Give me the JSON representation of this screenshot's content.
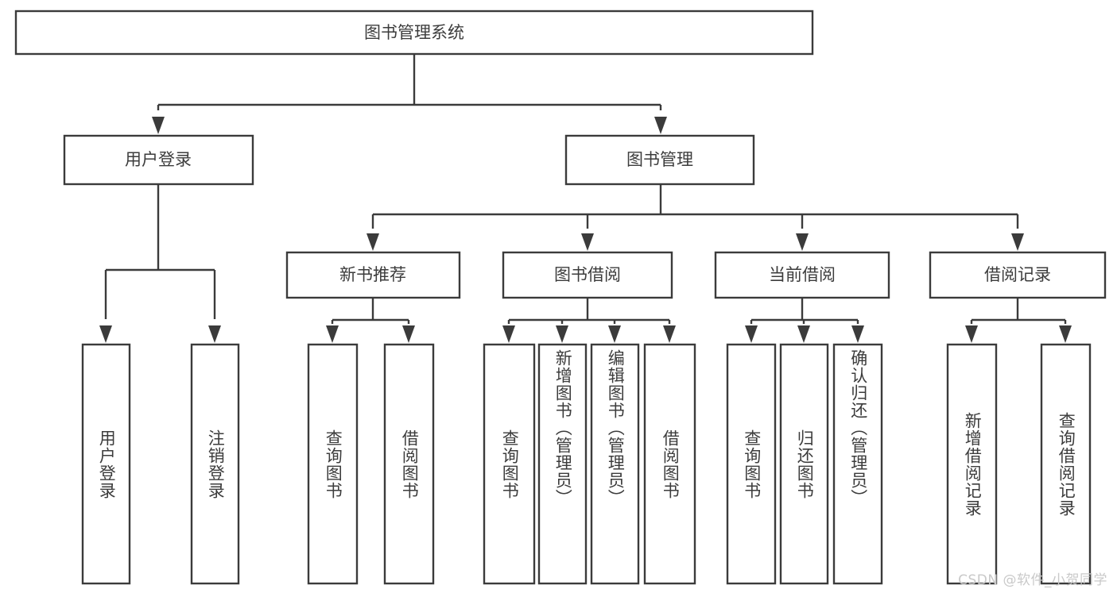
{
  "diagram": {
    "type": "tree-hierarchy",
    "title": "图书管理系统",
    "watermark": "CSDN @软件_小贺同学",
    "colors": {
      "stroke": "#3b3b3b",
      "text": "#3c3c3c",
      "background": "#ffffff",
      "watermark": "#c9c9c9"
    },
    "root": {
      "label": "图书管理系统"
    },
    "level2": [
      {
        "label": "用户登录"
      },
      {
        "label": "图书管理"
      }
    ],
    "level3": [
      {
        "label": "新书推荐"
      },
      {
        "label": "图书借阅"
      },
      {
        "label": "当前借阅"
      },
      {
        "label": "借阅记录"
      }
    ],
    "leaves": {
      "user_login": [
        {
          "label": "用户登录"
        },
        {
          "label": "注销登录"
        }
      ],
      "new_book": [
        {
          "label": "查询图书"
        },
        {
          "label": "借阅图书"
        }
      ],
      "book_borrow": [
        {
          "label": "查询图书"
        },
        {
          "label": "新增图书（管理员）"
        },
        {
          "label": "编辑图书（管理员）"
        },
        {
          "label": "借阅图书"
        }
      ],
      "current_borrow": [
        {
          "label": "查询图书"
        },
        {
          "label": "归还图书"
        },
        {
          "label": "确认归还（管理员）"
        }
      ],
      "borrow_record": [
        {
          "label": "新增借阅记录"
        },
        {
          "label": "查询借阅记录"
        }
      ]
    }
  }
}
